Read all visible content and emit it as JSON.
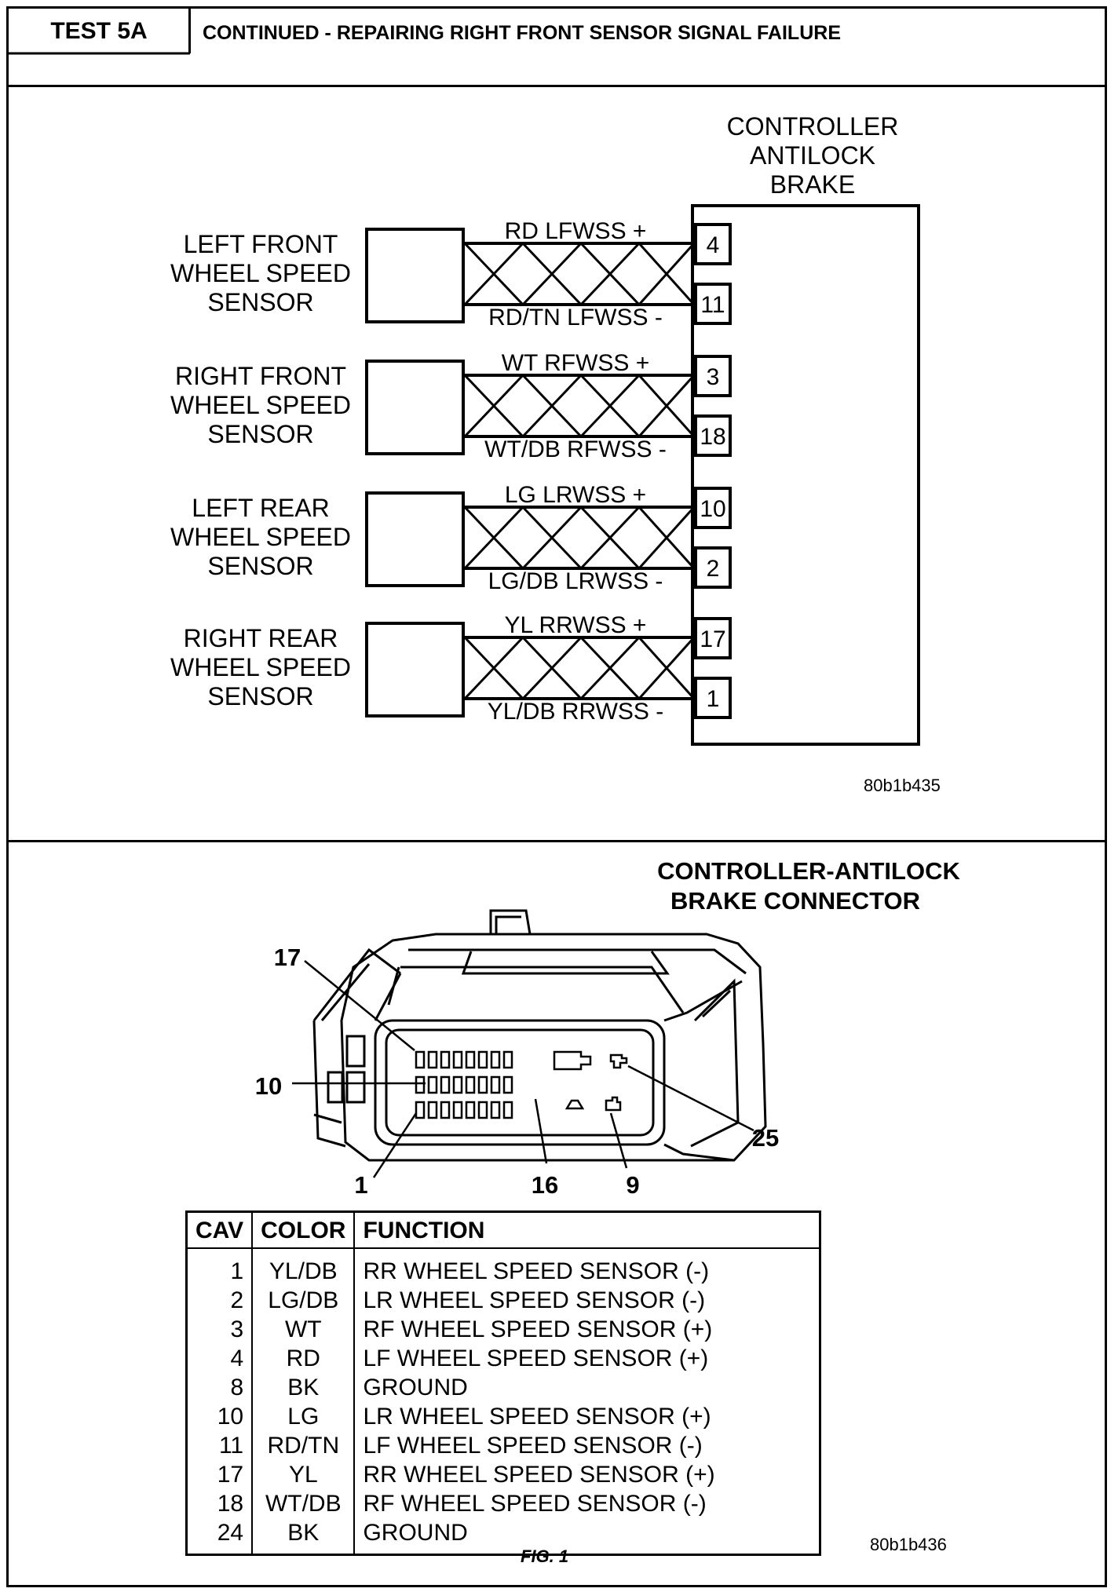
{
  "header": {
    "test_label": "TEST 5A",
    "title": "CONTINUED - REPAIRING RIGHT FRONT SENSOR SIGNAL FAILURE"
  },
  "wiring": {
    "module_label": [
      "CONTROLLER",
      "ANTILOCK",
      "BRAKE"
    ],
    "figure_code": "80b1b435",
    "sensors": [
      {
        "label": [
          "LEFT FRONT",
          "WHEEL SPEED",
          "SENSOR"
        ],
        "plus_wire": "RD LFWSS +",
        "minus_wire": "RD/TN LFWSS -",
        "plus_pin": "4",
        "minus_pin": "11"
      },
      {
        "label": [
          "RIGHT FRONT",
          "WHEEL SPEED",
          "SENSOR"
        ],
        "plus_wire": "WT RFWSS +",
        "minus_wire": "WT/DB RFWSS -",
        "plus_pin": "3",
        "minus_pin": "18"
      },
      {
        "label": [
          "LEFT REAR",
          "WHEEL SPEED",
          "SENSOR"
        ],
        "plus_wire": "LG LRWSS +",
        "minus_wire": "LG/DB LRWSS -",
        "plus_pin": "10",
        "minus_pin": "2"
      },
      {
        "label": [
          "RIGHT REAR",
          "WHEEL SPEED",
          "SENSOR"
        ],
        "plus_wire": "YL RRWSS +",
        "minus_wire": "YL/DB RRWSS -",
        "plus_pin": "17",
        "minus_pin": "1"
      }
    ]
  },
  "connector": {
    "title": [
      "CONTROLLER-ANTILOCK",
      "BRAKE CONNECTOR"
    ],
    "callouts": [
      "17",
      "10",
      "1",
      "16",
      "9",
      "25"
    ]
  },
  "table": {
    "headers": [
      "CAV",
      "COLOR",
      "FUNCTION"
    ],
    "rows": [
      [
        "1",
        "YL/DB",
        "RR WHEEL SPEED SENSOR (-)"
      ],
      [
        "2",
        "LG/DB",
        "LR WHEEL SPEED SENSOR (-)"
      ],
      [
        "3",
        "WT",
        "RF WHEEL SPEED SENSOR (+)"
      ],
      [
        "4",
        "RD",
        "LF WHEEL SPEED SENSOR (+)"
      ],
      [
        "8",
        "BK",
        "GROUND"
      ],
      [
        "10",
        "LG",
        "LR WHEEL SPEED SENSOR (+)"
      ],
      [
        "11",
        "RD/TN",
        "LF WHEEL SPEED SENSOR (-)"
      ],
      [
        "17",
        "YL",
        "RR WHEEL SPEED SENSOR (+)"
      ],
      [
        "18",
        "WT/DB",
        "RF WHEEL SPEED SENSOR (-)"
      ],
      [
        "24",
        "BK",
        "GROUND"
      ]
    ]
  },
  "figure_caption": "FIG. 1",
  "figure_code_2": "80b1b436"
}
